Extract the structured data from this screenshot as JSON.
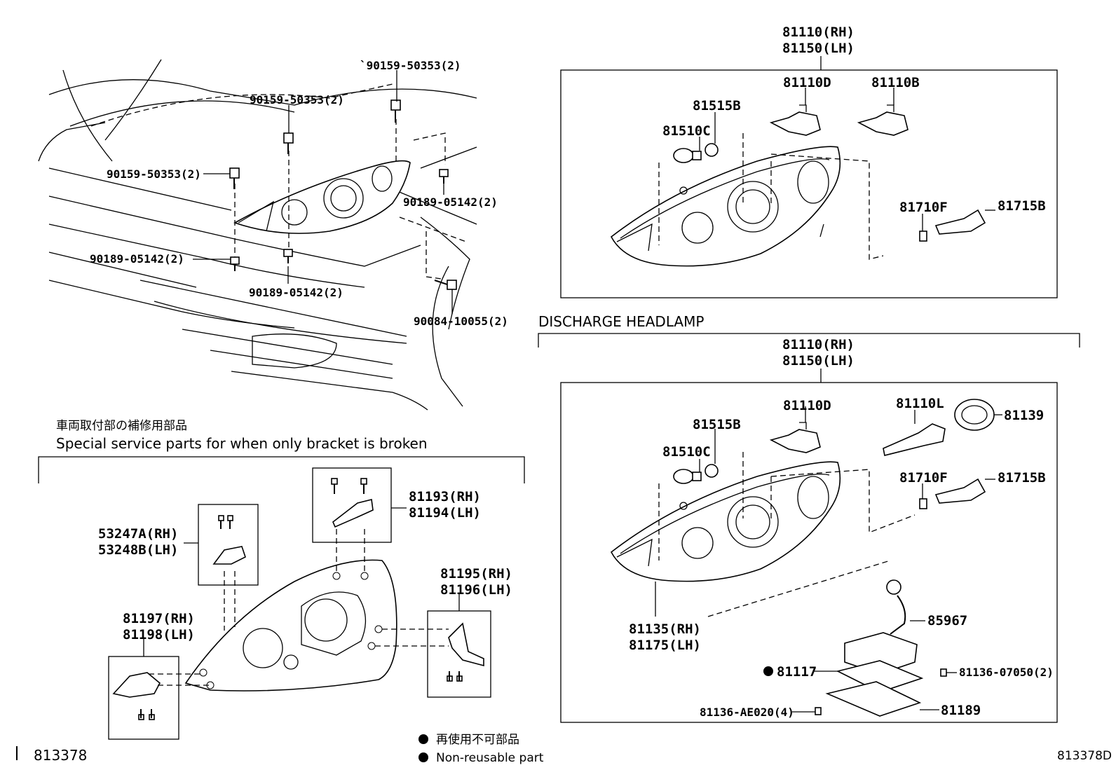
{
  "labels": {
    "bolt_top_right": "`90159-50353(2)",
    "bolt_top_mid": "90159-50353(2)",
    "bolt_left": "90159-50353(2)",
    "clip_right": "90189-05142(2)",
    "clip_left": "90189-05142(2)",
    "clip_bottom": "90189-05142(2)",
    "screw_bottom": "90084-10055(2)",
    "lamp_top_rh": "81110(RH)",
    "lamp_top_lh": "81150(LH)",
    "bulb_d_top": "81110D",
    "bulb_b_top": "81110B",
    "socket_top": "81515B",
    "bulb_c_top": "81510C",
    "bulb_f_top": "81710F",
    "socket_b_top": "81715B",
    "discharge_heading": "DISCHARGE HEADLAMP",
    "lamp_bot_rh": "81110(RH)",
    "lamp_bot_lh": "81150(LH)",
    "socket_bot": "81515B",
    "bulb_c_bot": "81510C",
    "bulb_d_bot": "81110D",
    "bulb_l_bot": "81110L",
    "cap_bot": "81139",
    "bulb_f_bot": "81710F",
    "socket_b_bot": "81715B",
    "lens_rh": "81135(RH)",
    "lens_lh": "81175(LH)",
    "ballast_cord": "85967",
    "ballast": "81117",
    "ballast_screw": "81136-07050(2)",
    "ballast_bracket_screw": "81136-AE020(4)",
    "ballast_bracket": "81189",
    "jp_heading": "車両取付部の補修用部品",
    "en_heading": "Special service parts for when only bracket is broken",
    "bracket_a_rh": "53247A(RH)",
    "bracket_a_lh": "53248B(LH)",
    "bracket_top_rh": "81193(RH)",
    "bracket_top_lh": "81194(LH)",
    "bracket_right_rh": "81195(RH)",
    "bracket_right_lh": "81196(LH)",
    "bracket_left_rh": "81197(RH)",
    "bracket_left_lh": "81198(LH)",
    "legend_jp": "再使用不可部品",
    "legend_en": "Non-reusable part",
    "fig_number": "813378",
    "fig_code": "813378D"
  }
}
